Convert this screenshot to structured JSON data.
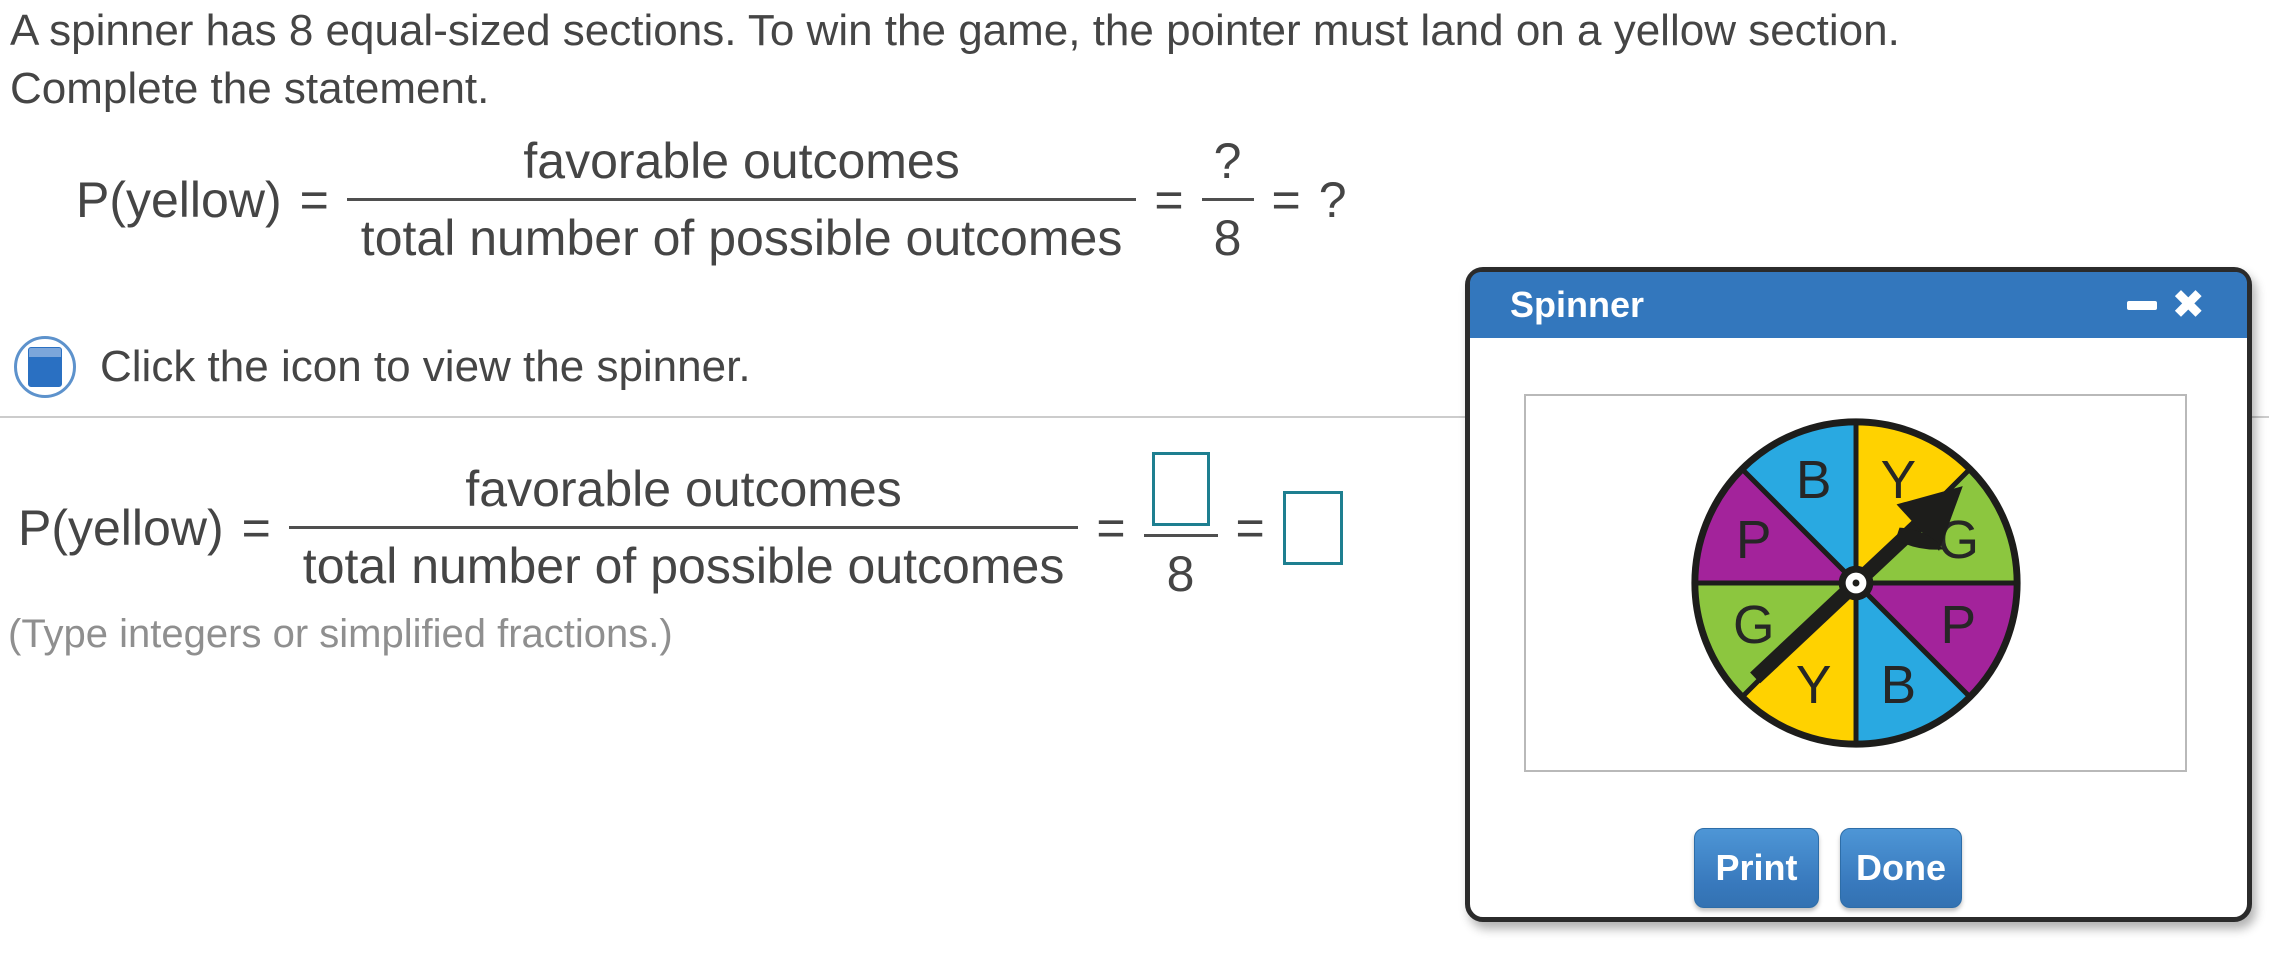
{
  "problem": {
    "statement_line1": "A spinner has 8 equal-sized sections. To win the game, the pointer must land on a yellow section.",
    "statement_line2": "Complete the statement.",
    "icon_caption": "Click the icon to view the spinner.",
    "hint": "(Type integers or simplified fractions.)",
    "equation_given": {
      "lhs": "P(yellow)",
      "eq": "=",
      "numerator": "favorable outcomes",
      "denominator": "total number of possible outcomes",
      "q_numerator": "?",
      "q_denominator": "8",
      "result": "?"
    },
    "equation_answer": {
      "lhs": "P(yellow)",
      "eq": "=",
      "numerator": "favorable outcomes",
      "denominator": "total number of possible outcomes",
      "denominator_value": "8",
      "numerator_box_value": "",
      "result_box_value": ""
    }
  },
  "dialog": {
    "title": "Spinner",
    "close_glyph": "✖",
    "buttons": {
      "print": "Print",
      "done": "Done"
    }
  },
  "spinner": {
    "sections_clockwise_from_top": [
      "Y",
      "G",
      "P",
      "B",
      "Y",
      "G",
      "P",
      "B"
    ],
    "section_colors": {
      "Y": "#FFD200",
      "G": "#8CC63F",
      "P": "#A3239B",
      "B": "#29A9E1"
    },
    "outline_color": "#1d1d1b"
  },
  "theme": {
    "titlebar_blue": "#3377BD",
    "button_blue": "#3E86C8",
    "answer_box_teal": "#1E7F90",
    "text_dark": "#454545",
    "hint_gray": "#8F8F8F",
    "divider_gray": "#CCCCCC"
  }
}
